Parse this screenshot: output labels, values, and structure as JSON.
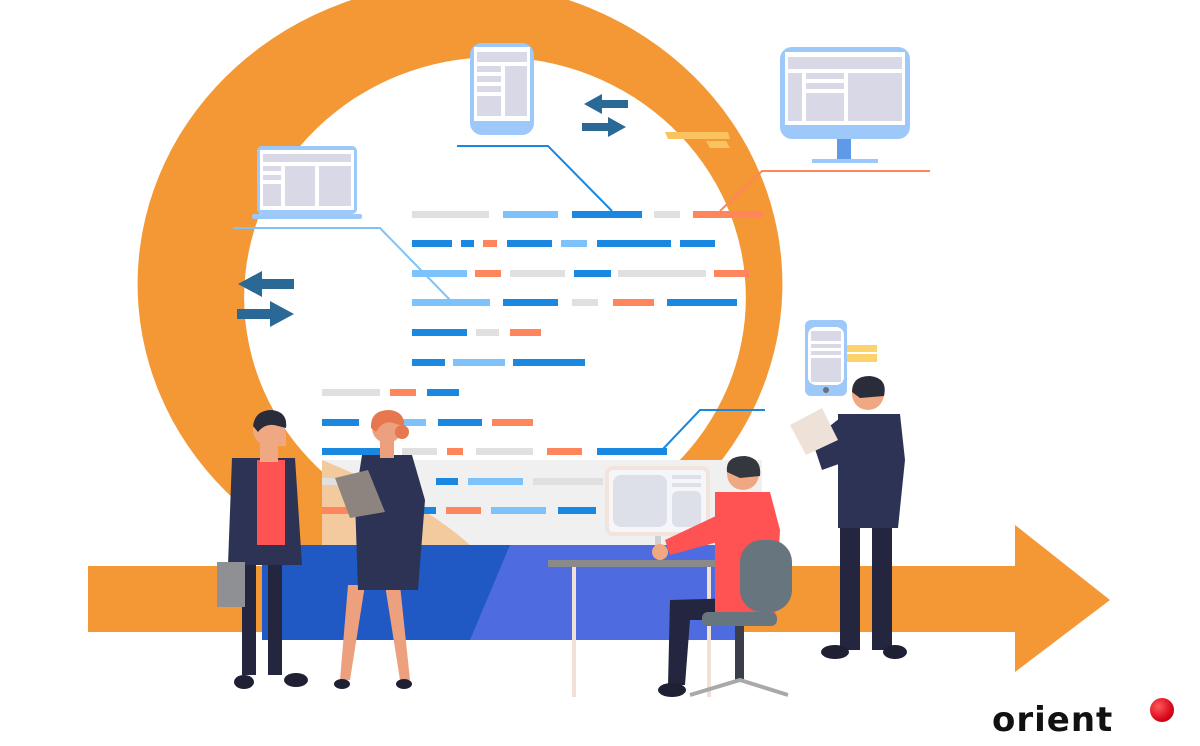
{
  "brand": {
    "name": "orient"
  },
  "colors": {
    "orange": "#F39834",
    "dark_blue": "#1A88E0",
    "light_blue": "#7DC2FB",
    "salmon": "#FF865C",
    "gray_bar": "#E0E0E0",
    "navy": "#2D3354",
    "red_shirt": "#FF5252",
    "device_frame": "#9DC8FA",
    "device_screen": "#D9D8E6",
    "arrow_blue": "#2A6896",
    "platform_blue": "#2058C4",
    "platform_blue_light": "#4F6BE0"
  },
  "illustration": {
    "subject": "agile-development-cycle",
    "devices": [
      "laptop",
      "tablet",
      "desktop-monitor",
      "smartphone"
    ],
    "people": [
      "man-on-phone-with-briefcase",
      "woman-with-tablet",
      "man-at-desk",
      "man-with-clipboard"
    ]
  }
}
